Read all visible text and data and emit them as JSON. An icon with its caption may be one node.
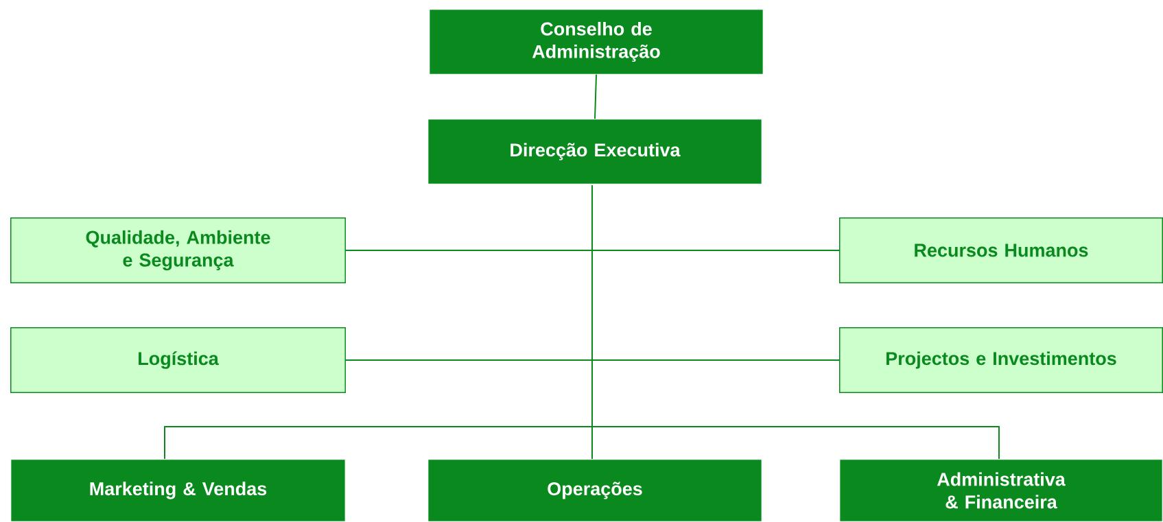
{
  "diagram": {
    "nodes": [
      {
        "text": [
          "Conselho de Administração"
        ]
      },
      {
        "text": [
          "Direcção Executiva"
        ]
      },
      {
        "text": [
          "Qualidade, Ambiente e Segurança"
        ]
      },
      {
        "text": [
          "Recursos Humanos"
        ]
      },
      {
        "text": [
          "Logística"
        ]
      },
      {
        "text": [
          "Projectos e Investimentos"
        ]
      },
      {
        "text": [
          "Marketing & Vendas"
        ]
      },
      {
        "text": [
          "Operações"
        ]
      },
      {
        "text": [
          "Administrativa & Financeira"
        ]
      }
    ],
    "edges": [
      {
        "from": 0,
        "to": 1,
        "arrow": "none"
      },
      {
        "from": 1,
        "to": 2,
        "arrow": "none"
      },
      {
        "from": 1,
        "to": 3,
        "arrow": "none"
      },
      {
        "from": 1,
        "to": 4,
        "arrow": "none"
      },
      {
        "from": 1,
        "to": 5,
        "arrow": "none"
      },
      {
        "from": 1,
        "to": 6,
        "arrow": "none"
      },
      {
        "from": 1,
        "to": 7,
        "arrow": "none"
      },
      {
        "from": 1,
        "to": 8,
        "arrow": "none"
      }
    ]
  }
}
